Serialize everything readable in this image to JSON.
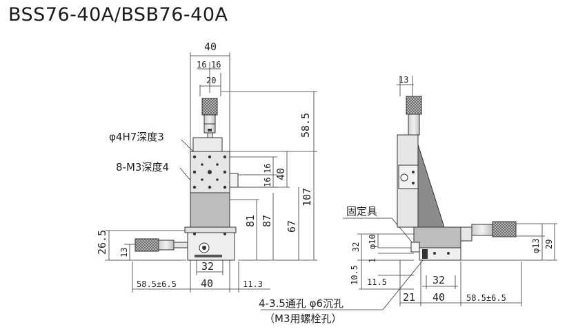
{
  "title": "BSS76-40A/BSB76-40A",
  "front": {
    "top_dims": [
      "40",
      "16",
      "16",
      "20"
    ],
    "right_dims": [
      "58.5",
      "16",
      "16",
      "40",
      "107",
      "81",
      "87",
      "67"
    ],
    "left_dims": [
      "26.5",
      "13"
    ],
    "bottom_dims": [
      "32",
      "58.5±6.5",
      "40",
      "11.3"
    ],
    "callouts": [
      "φ4H7深度3",
      "8-M3深度4"
    ]
  },
  "side": {
    "top_dims": [
      "13"
    ],
    "left_dims": [
      "32",
      "φ10",
      "1",
      "10.5",
      "11.5"
    ],
    "right_dims": [
      "φ13",
      "29"
    ],
    "bottom_dims": [
      "32",
      "21",
      "40",
      "58.5±6.5"
    ],
    "callouts": [
      "固定具"
    ]
  },
  "notes": [
    "4-3.5通孔 φ6沉孔",
    "（M3用螺栓孔）"
  ],
  "colors": {
    "ink": "#222222",
    "body_light": "#e6e6e6",
    "body_mid": "#bdbdbd",
    "body_dark": "#8c8c8c"
  }
}
